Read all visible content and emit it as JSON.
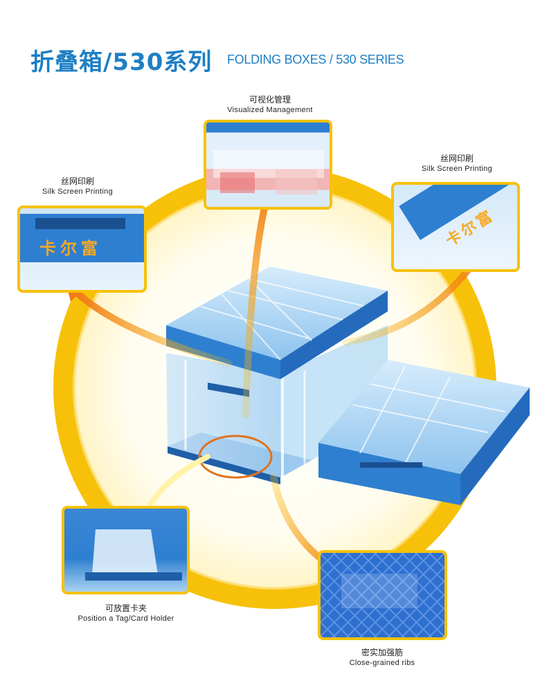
{
  "header": {
    "title_zh": "折叠箱/530系列",
    "title_en": "FOLDING BOXES / 530 SERIES"
  },
  "features": {
    "visualized": {
      "zh": "可视化管理",
      "en": "Visualized Management"
    },
    "silk_left": {
      "zh": "丝网印刷",
      "en": "Silk Screen Printing",
      "logo_text": "卡尔富"
    },
    "silk_right": {
      "zh": "丝网印刷",
      "en": "Silk Screen Printing",
      "logo_text": "卡尔富"
    },
    "card_holder": {
      "zh": "可放置卡夹",
      "en": "Position a Tag/Card Holder"
    },
    "ribs": {
      "zh": "密实加强筋",
      "en": "Close-grained ribs"
    }
  },
  "colors": {
    "brand_blue": "#1e7fc4",
    "ring_yellow": "#f7c10a",
    "arrow_orange": "#f07a1a",
    "box_blue": "#2f7fd0"
  }
}
